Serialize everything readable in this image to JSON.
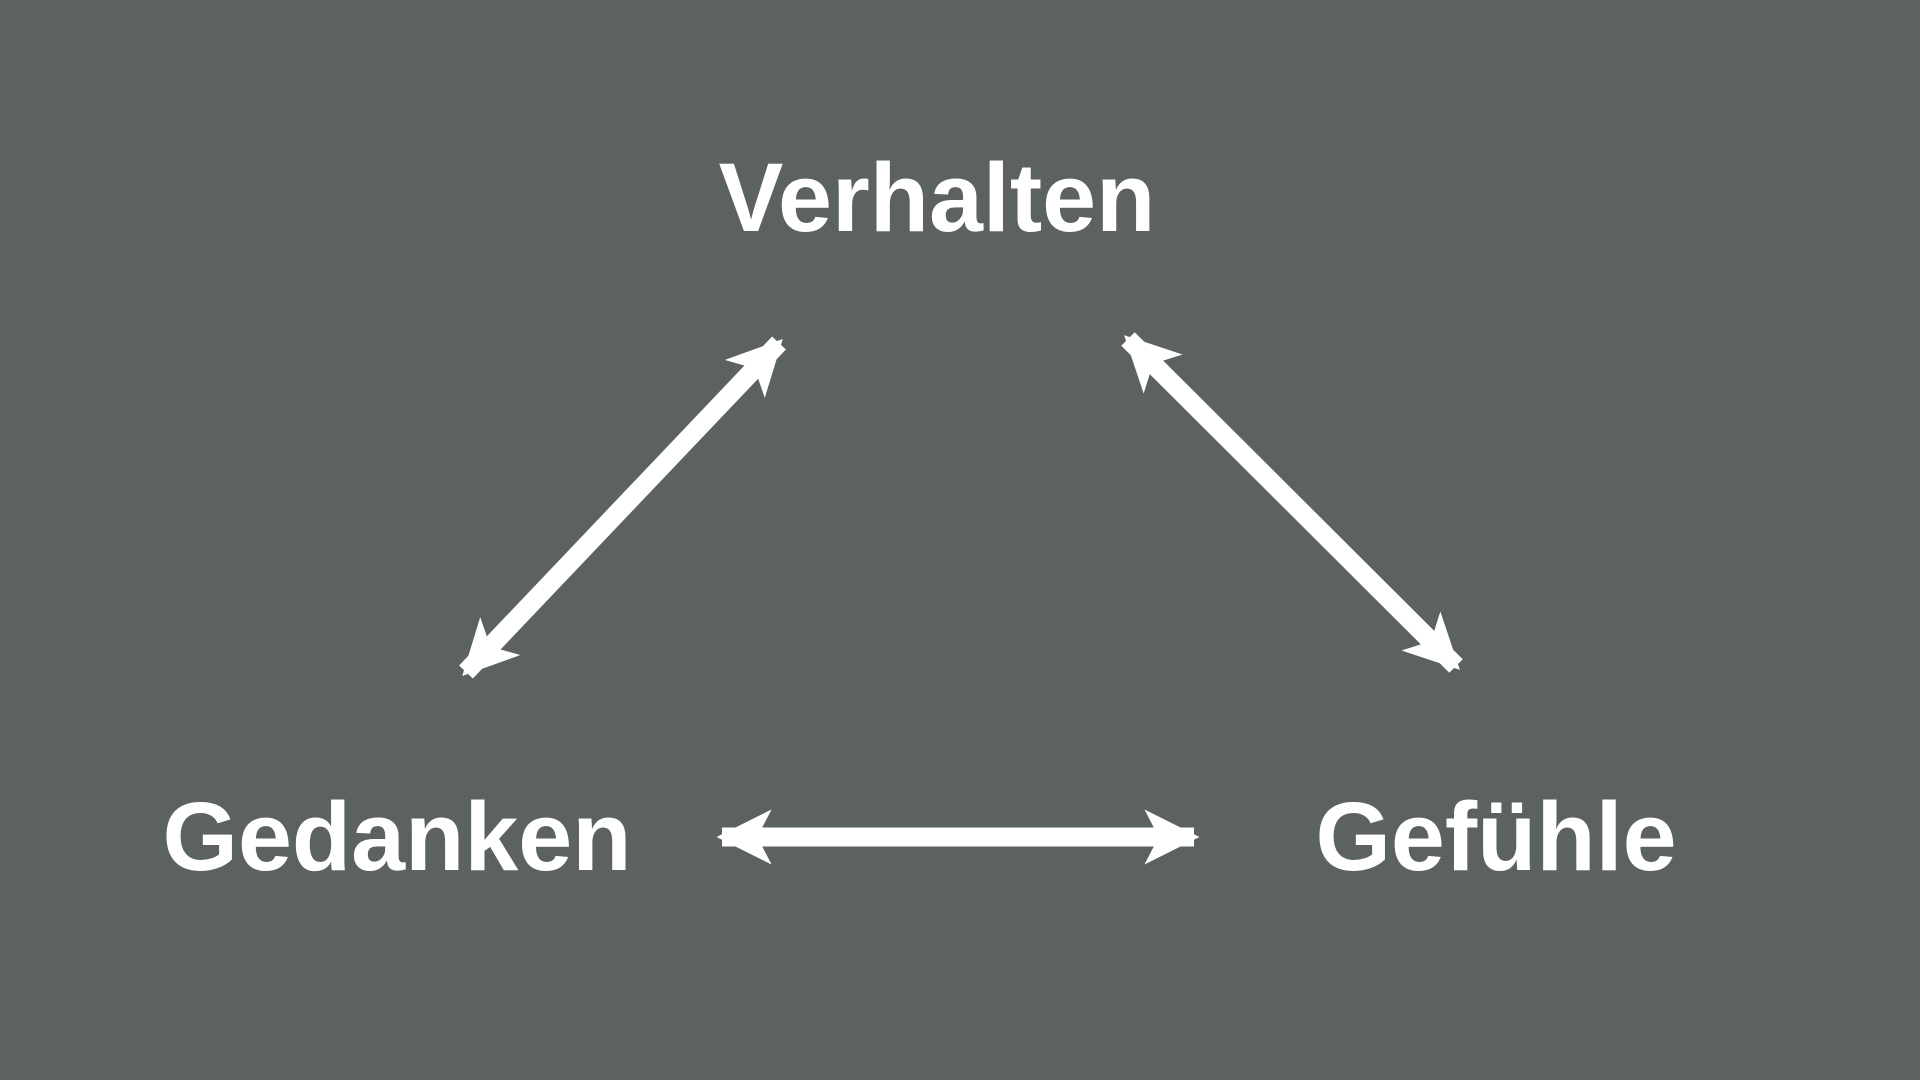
{
  "diagram": {
    "type": "triangle-relationship",
    "description": "Cognitive triangle: mutual bidirectional relations between behavior, thoughts and feelings",
    "colors": {
      "background": "#5c6262",
      "text": "#ffffff",
      "arrow": "#ffffff"
    },
    "nodes": [
      {
        "id": "verhalten",
        "label": "Verhalten",
        "position": "top-center"
      },
      {
        "id": "gedanken",
        "label": "Gedanken",
        "position": "bottom-left"
      },
      {
        "id": "gefuehle",
        "label": "Gefühle",
        "position": "bottom-right"
      }
    ],
    "edges": [
      {
        "from": "gedanken",
        "to": "verhalten",
        "bidirectional": true
      },
      {
        "from": "verhalten",
        "to": "gefuehle",
        "bidirectional": true
      },
      {
        "from": "gedanken",
        "to": "gefuehle",
        "bidirectional": true
      }
    ]
  }
}
